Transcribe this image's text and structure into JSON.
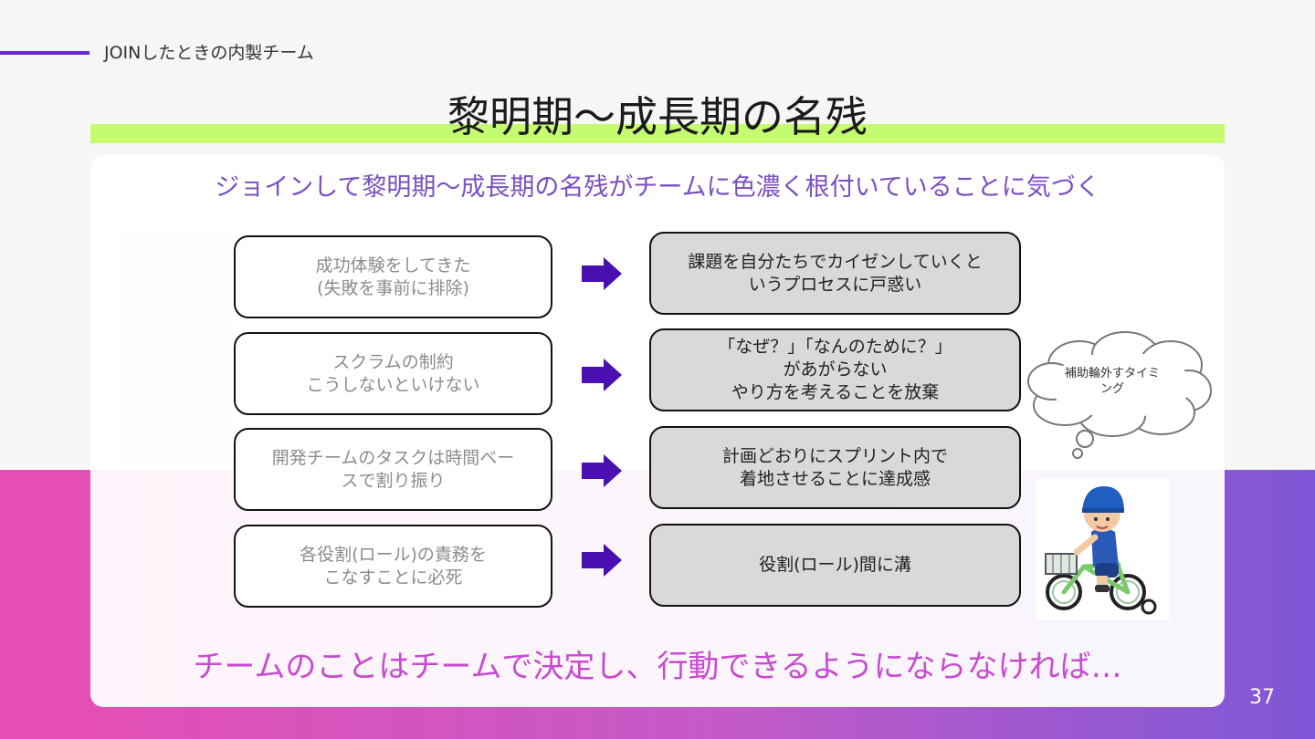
{
  "header": {
    "section_label": "JOINしたときの内製チーム",
    "title": "黎明期〜成長期の名残"
  },
  "subtitle": "ジョインして黎明期〜成長期の名残がチームに色濃く根付いていることに気づく",
  "rows": [
    {
      "cause": "成功体験をしてきた\n(失敗を事前に排除)",
      "effect": "課題を自分たちでカイゼンしていくと\nいうプロセスに戸惑い"
    },
    {
      "cause": "スクラムの制約\nこうしないといけない",
      "effect": "「なぜ？」「なんのために？」\nがあがらない\nやり方を考えることを放棄"
    },
    {
      "cause": "開発チームのタスクは時間ベー\nスで割り振り",
      "effect": "計画どおりにスプリント内で\n着地させることに達成感"
    },
    {
      "cause": "各役割(ロール)の責務を\nこなすことに必死",
      "effect": "役割(ロール)間に溝"
    }
  ],
  "thought_bubble": "補助輪外すタイミング",
  "conclusion": "チームのことはチームで決定し、行動できるようにならなければ…",
  "page_number": "37",
  "colors": {
    "accent_purple": "#6a28d6",
    "highlight_green": "#c5fb71",
    "arrow_purple": "#4a0fb0",
    "subtitle_purple": "#7b4fc0",
    "conclusion_pink": "#c84bd0",
    "gradient_start": "#e84db3",
    "gradient_end": "#7e57d6"
  },
  "icons": {
    "arrow": "right-arrow-icon",
    "bubble": "thought-cloud-icon",
    "illustration": "child-on-bicycle-illustration"
  }
}
